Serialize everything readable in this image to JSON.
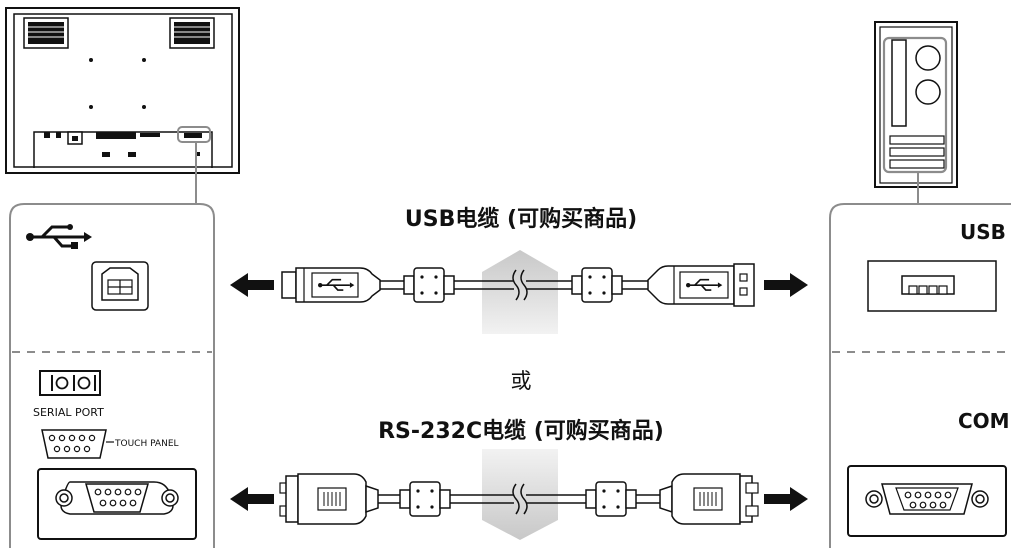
{
  "usb_cable_label": "USB电缆 (可购买商品)",
  "or_label": "或",
  "rs232_cable_label": "RS-232C电缆 (可购买商品)",
  "monitor_panel": {
    "serial_port_label": "SERIAL PORT",
    "touch_panel_label": "TOUCH PANEL"
  },
  "pc_panel": {
    "usb_label": "USB",
    "com_label": "COM"
  },
  "colors": {
    "panel_border": "#8c8c8c",
    "arrow_shade": "#cfcfcf",
    "ink": "#111111"
  }
}
